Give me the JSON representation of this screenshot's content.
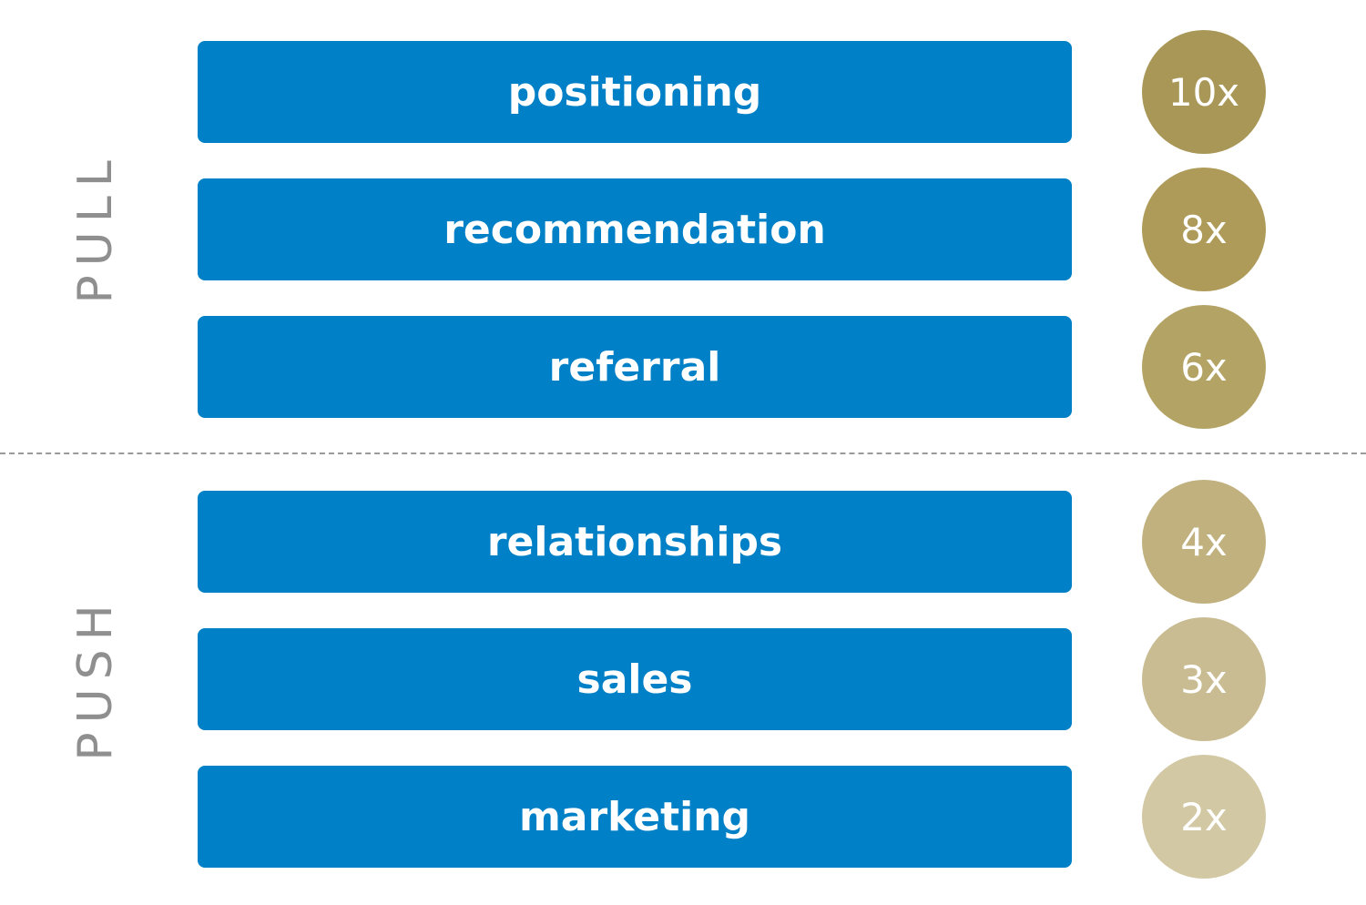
{
  "groups": {
    "pull_label": "PULL",
    "push_label": "PUSH"
  },
  "colors": {
    "bar": "#0080c6",
    "badges": [
      "#a89757",
      "#ae9b59",
      "#b3a365",
      "#c0b17f",
      "#c9bc92",
      "#d3c8a4"
    ]
  },
  "rows": [
    {
      "label": "positioning",
      "multiplier": "10x",
      "group": "PULL"
    },
    {
      "label": "recommendation",
      "multiplier": "8x",
      "group": "PULL"
    },
    {
      "label": "referral",
      "multiplier": "6x",
      "group": "PULL"
    },
    {
      "label": "relationships",
      "multiplier": "4x",
      "group": "PUSH"
    },
    {
      "label": "sales",
      "multiplier": "3x",
      "group": "PUSH"
    },
    {
      "label": "marketing",
      "multiplier": "2x",
      "group": "PUSH"
    }
  ]
}
